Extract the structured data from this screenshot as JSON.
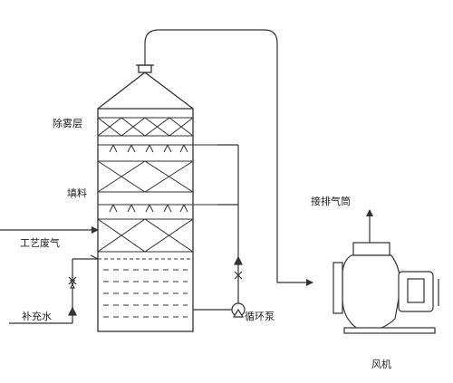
{
  "labels": {
    "demister_layer": "除雾层",
    "packing": "填料",
    "process_exhaust": "工艺废气",
    "makeup_water": "补充水",
    "circulation_pump": "循环泵",
    "exhaust_stack": "接排气筒",
    "fan": "风机"
  },
  "colors": {
    "line": "#333333",
    "background": "#ffffff"
  }
}
